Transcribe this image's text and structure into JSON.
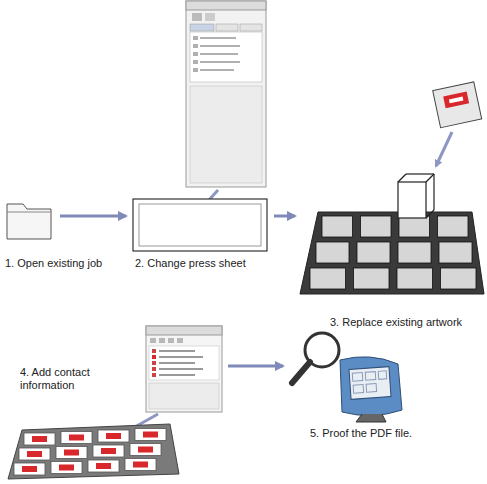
{
  "diagram": {
    "nodes": [
      {
        "text": [
          "1. Open existing job"
        ]
      },
      {
        "text": [
          "2. Change press sheet"
        ]
      },
      {
        "text": [
          "3. Replace existing artwork"
        ]
      },
      {
        "text": [
          "4. Add contact information"
        ]
      },
      {
        "text": [
          "5. Proof the PDF file."
        ]
      }
    ],
    "edges": [
      {
        "from": 0,
        "to": 1,
        "arrow": "to"
      },
      {
        "from": 1,
        "to": 2,
        "arrow": "to"
      },
      {
        "from": 3,
        "to": 4,
        "arrow": "to"
      }
    ]
  }
}
